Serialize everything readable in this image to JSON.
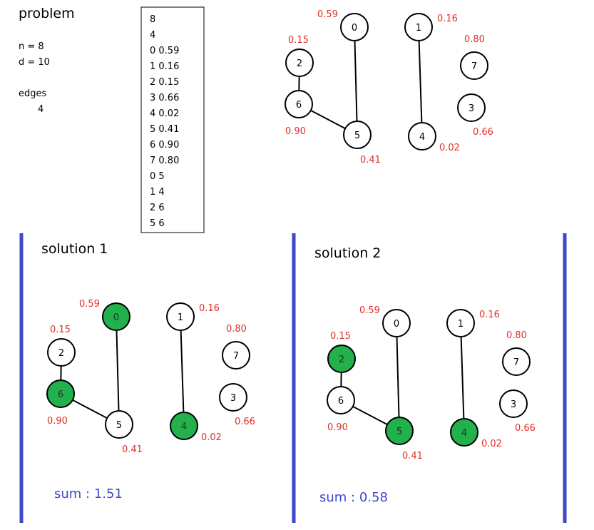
{
  "problem": {
    "title": "problem",
    "n_label": "n =   8",
    "d_label": "d = 10",
    "edges_label": "edges",
    "edges_count": "4"
  },
  "input_lines": [
    "8",
    "4",
    "0 0.59",
    "1 0.16",
    "2 0.15",
    "3 0.66",
    "4 0.02",
    "5 0.41",
    "6 0.90",
    "7 0.80",
    "0 5",
    "1 4",
    "2 6",
    "5 6"
  ],
  "graph": {
    "nodes": [
      {
        "id": "0",
        "weight": "0.59"
      },
      {
        "id": "1",
        "weight": "0.16"
      },
      {
        "id": "2",
        "weight": "0.15"
      },
      {
        "id": "3",
        "weight": "0.66"
      },
      {
        "id": "4",
        "weight": "0.02"
      },
      {
        "id": "5",
        "weight": "0.41"
      },
      {
        "id": "6",
        "weight": "0.90"
      },
      {
        "id": "7",
        "weight": "0.80"
      }
    ],
    "edges": [
      [
        "0",
        "5"
      ],
      [
        "1",
        "4"
      ],
      [
        "2",
        "6"
      ],
      [
        "5",
        "6"
      ]
    ]
  },
  "solutions": [
    {
      "title": "solution 1",
      "selected": [
        "0",
        "6",
        "4"
      ],
      "sum_label": "sum : 1.51"
    },
    {
      "title": "solution 2",
      "selected": [
        "2",
        "5",
        "4"
      ],
      "sum_label": "sum : 0.58"
    }
  ],
  "colors": {
    "selected_fill": "#22b14c",
    "weight_text": "#e0302a",
    "divider": "#3f48cc",
    "sum_text": "#3f48cc"
  }
}
